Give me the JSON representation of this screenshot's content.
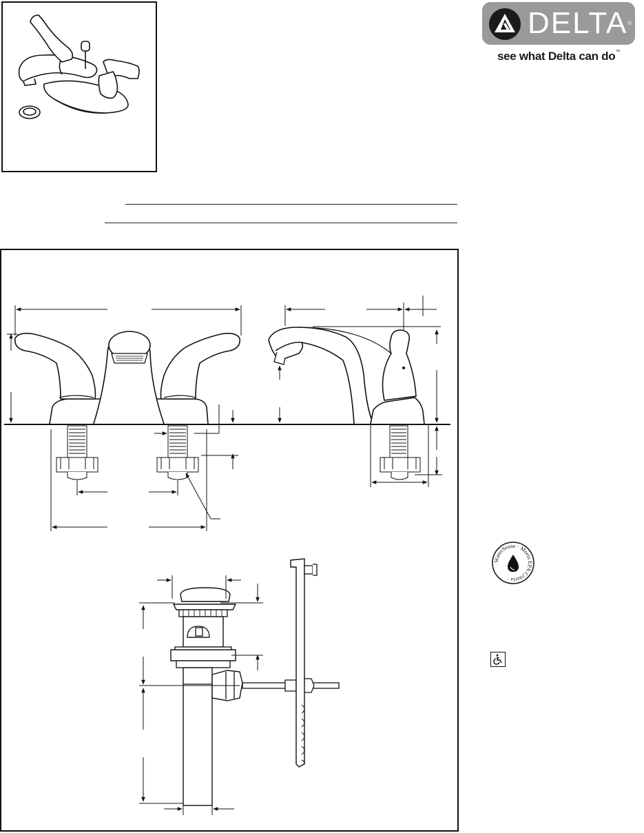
{
  "brand": {
    "name": "DELTA",
    "tagline": "see what Delta can do",
    "trademark": "™",
    "registered": "®",
    "badge_color": "#9a9a9a"
  },
  "product_image": {
    "subject": "faucet-with-pop-up-drain"
  },
  "certifications": {
    "watersense": {
      "ring_text": "WaterSense · Meets EPA Criteria ·"
    },
    "ada": {
      "icon": "wheelchair-icon"
    }
  },
  "drawing": {
    "views": [
      "faucet-front-view",
      "faucet-side-view",
      "pop-up-drain-assembly"
    ],
    "line_color": "#111111"
  }
}
